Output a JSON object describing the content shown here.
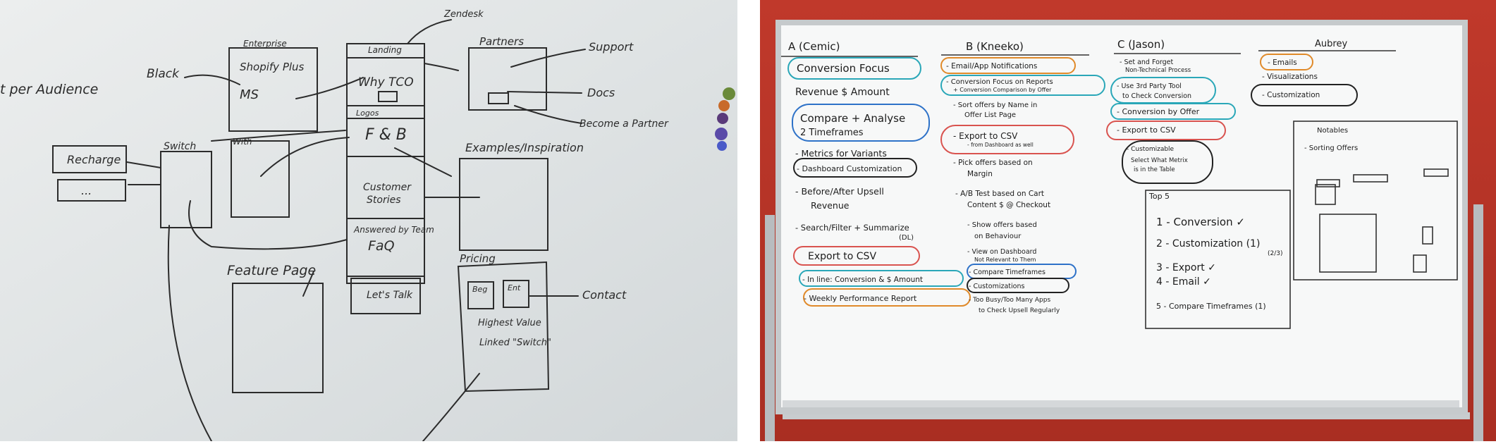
{
  "left_board": {
    "per_audience": "t per Audience",
    "black": "Black",
    "enterprise": "Enterprise",
    "shopify_plus": "Shopify Plus",
    "ms": "MS",
    "landing": "Landing",
    "zendesk": "Zendesk",
    "why_tco": "Why TCO",
    "logos": "Logos",
    "fb": "F & B",
    "customer_stories": [
      "Customer",
      "Stories"
    ],
    "answered_by_team": "Answered by Team",
    "faq": "FaQ",
    "lets_talk": "Let's Talk",
    "partners": "Partners",
    "support": "Support",
    "docs": "Docs",
    "become_partner": "Become a Partner",
    "examples": "Examples/Inspiration",
    "switch": "Switch",
    "with": "With",
    "recharge": "Recharge",
    "ellipsis": "...",
    "feature_page": "Feature Page",
    "pricing": "Pricing",
    "pricing_a": "Beg",
    "pricing_b": "Ent",
    "highest_value": "Highest Value",
    "linked_switch": "Linked \"Switch\"",
    "contact": "Contact"
  },
  "right_board": {
    "col_a": {
      "header": "A (Cemic)",
      "items": [
        "Conversion Focus",
        "Revenue $ Amount",
        "Compare + Analyse",
        "2 Timeframes",
        "- Metrics for Variants",
        "- Dashboard Customization",
        "- Before/After Upsell",
        "Revenue",
        "- Search/Filter + Summarize",
        "(DL)",
        "Export to CSV",
        "- In line: Conversion & $ Amount",
        "- Weekly Performance Report"
      ]
    },
    "col_b": {
      "header": "B (Kneeko)",
      "items": [
        "- Email/App Notifications",
        "- Conversion Focus on Reports",
        "+ Conversion Comparison by Offer",
        "- Sort offers by Name in",
        "Offer List Page",
        "- Export to CSV",
        "- from Dashboard as well",
        "- Pick offers based on",
        "Margin",
        "- A/B Test based on Cart",
        "Content $ @ Checkout",
        "- Show offers based",
        "on Behaviour",
        "- View on Dashboard",
        "Not Relevant to Them",
        "- Compare Timeframes",
        "- Customizations",
        "- Too Busy/Too Many Apps",
        "to Check Upsell Regularly"
      ]
    },
    "col_c": {
      "header": "C (Jason)",
      "items": [
        "- Set and Forget",
        "Non-Technical Process",
        "- Use 3rd Party Tool",
        "to Check Conversion",
        "- Conversion by Offer",
        "- Export to CSV",
        "- Customizable",
        "Select What Metrix",
        "is in the Table"
      ],
      "top5_title": "Top 5",
      "top5": [
        "1 - Conversion ✓",
        "2 - Customization (1)",
        "3 - Export ✓",
        "4 - Email ✓",
        "5 - Compare Timeframes (1)"
      ],
      "top5_note": "(2/3)"
    },
    "col_d": {
      "header": "Aubrey",
      "items": [
        "- Emails",
        "- Visualizations",
        "- Customization"
      ]
    },
    "notables": {
      "title": "Notables",
      "item": "- Sorting Offers"
    }
  }
}
